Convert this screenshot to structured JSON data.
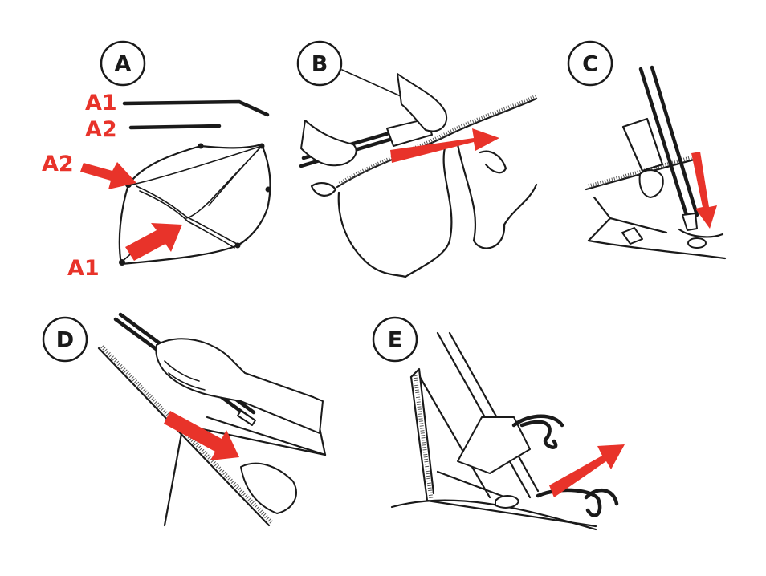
{
  "colors": {
    "accent": "#e8332a",
    "ink": "#1a1a1a"
  },
  "steps": {
    "a": {
      "letter": "A",
      "labels": {
        "a1_top": "A1",
        "a2_top": "A2",
        "a2_left": "A2",
        "a1_bottom": "A1"
      }
    },
    "b": {
      "letter": "B"
    },
    "c": {
      "letter": "C"
    },
    "d": {
      "letter": "D"
    },
    "e": {
      "letter": "E"
    }
  }
}
